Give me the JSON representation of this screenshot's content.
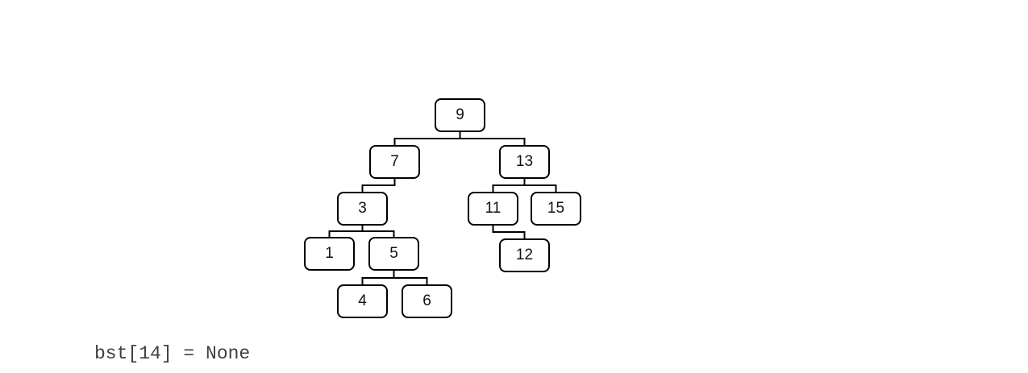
{
  "diagram": {
    "type": "binary-search-tree",
    "nodes": [
      {
        "id": "9",
        "label": "9"
      },
      {
        "id": "7",
        "label": "7"
      },
      {
        "id": "13",
        "label": "13"
      },
      {
        "id": "3",
        "label": "3"
      },
      {
        "id": "11",
        "label": "11"
      },
      {
        "id": "15",
        "label": "15"
      },
      {
        "id": "1",
        "label": "1"
      },
      {
        "id": "5",
        "label": "5"
      },
      {
        "id": "12",
        "label": "12"
      },
      {
        "id": "4",
        "label": "4"
      },
      {
        "id": "6",
        "label": "6"
      }
    ],
    "edges": [
      [
        "9",
        "7"
      ],
      [
        "9",
        "13"
      ],
      [
        "7",
        "3"
      ],
      [
        "13",
        "11"
      ],
      [
        "13",
        "15"
      ],
      [
        "3",
        "1"
      ],
      [
        "3",
        "5"
      ],
      [
        "11",
        "12"
      ],
      [
        "5",
        "4"
      ],
      [
        "5",
        "6"
      ]
    ],
    "line_color": "#000000",
    "node_border_color": "#000000",
    "node_fill": "#ffffff"
  },
  "caption": {
    "text": "bst[14] = None"
  }
}
